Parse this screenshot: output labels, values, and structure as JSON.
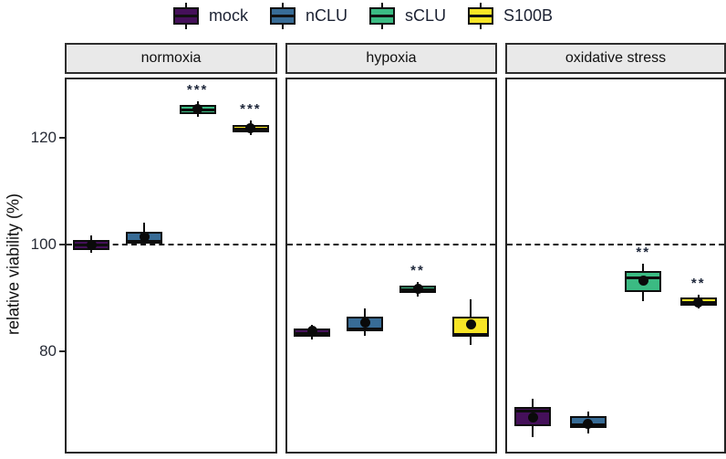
{
  "legend": {
    "items": [
      {
        "label": "mock",
        "color": "#45105a"
      },
      {
        "label": "nCLU",
        "color": "#386c96"
      },
      {
        "label": "sCLU",
        "color": "#3bbb83"
      },
      {
        "label": "S100B",
        "color": "#f7e426"
      }
    ]
  },
  "chart_data": {
    "type": "boxplot",
    "title": "",
    "ylabel": "relative viability (%)",
    "ylim": [
      60.9,
      131.3
    ],
    "yticks": [
      80,
      100,
      120
    ],
    "reference_line": 100,
    "grid": false,
    "legend_position": "top",
    "groups": [
      "mock",
      "nCLU",
      "sCLU",
      "S100B"
    ],
    "colors": {
      "mock": "#45105a",
      "nCLU": "#386c96",
      "sCLU": "#3bbb83",
      "S100B": "#f7e426"
    },
    "facets": [
      {
        "label": "normoxia",
        "boxes": [
          {
            "group": "mock",
            "color": "#45105a",
            "whisker_low": 98.5,
            "q1": 99.0,
            "median": 100.0,
            "q3": 100.9,
            "whisker_high": 101.7,
            "mean": 100.0,
            "significance": ""
          },
          {
            "group": "nCLU",
            "color": "#386c96",
            "whisker_low": 99.8,
            "q1": 100.2,
            "median": 100.7,
            "q3": 102.4,
            "whisker_high": 104.2,
            "mean": 101.5,
            "significance": ""
          },
          {
            "group": "sCLU",
            "color": "#3bbb83",
            "whisker_low": 123.9,
            "q1": 124.4,
            "median": 125.3,
            "q3": 126.1,
            "whisker_high": 126.9,
            "mean": 125.4,
            "significance": "***"
          },
          {
            "group": "S100B",
            "color": "#f7e426",
            "whisker_low": 120.6,
            "q1": 121.1,
            "median": 121.8,
            "q3": 122.5,
            "whisker_high": 123.3,
            "mean": 121.8,
            "significance": "***"
          }
        ]
      },
      {
        "label": "hypoxia",
        "boxes": [
          {
            "group": "mock",
            "color": "#45105a",
            "whisker_low": 82.3,
            "q1": 82.8,
            "median": 83.5,
            "q3": 84.3,
            "whisker_high": 85.0,
            "mean": 83.9,
            "significance": ""
          },
          {
            "group": "nCLU",
            "color": "#386c96",
            "whisker_low": 83.0,
            "q1": 83.8,
            "median": 84.3,
            "q3": 86.5,
            "whisker_high": 88.0,
            "mean": 85.4,
            "significance": ""
          },
          {
            "group": "sCLU",
            "color": "#3bbb83",
            "whisker_low": 90.3,
            "q1": 90.9,
            "median": 91.6,
            "q3": 92.4,
            "whisker_high": 93.0,
            "mean": 91.7,
            "significance": "**"
          },
          {
            "group": "S100B",
            "color": "#f7e426",
            "whisker_low": 81.3,
            "q1": 82.7,
            "median": 83.2,
            "q3": 86.6,
            "whisker_high": 89.8,
            "mean": 85.1,
            "significance": ""
          }
        ]
      },
      {
        "label": "oxidative stress",
        "boxes": [
          {
            "group": "mock",
            "color": "#45105a",
            "whisker_low": 63.9,
            "q1": 66.0,
            "median": 69.0,
            "q3": 69.6,
            "whisker_high": 71.1,
            "mean": 67.6,
            "significance": ""
          },
          {
            "group": "nCLU",
            "color": "#386c96",
            "whisker_low": 64.6,
            "q1": 65.6,
            "median": 66.3,
            "q3": 67.9,
            "whisker_high": 68.8,
            "mean": 66.4,
            "significance": ""
          },
          {
            "group": "sCLU",
            "color": "#3bbb83",
            "whisker_low": 89.5,
            "q1": 91.2,
            "median": 93.8,
            "q3": 95.1,
            "whisker_high": 96.4,
            "mean": 93.2,
            "significance": "**"
          },
          {
            "group": "S100B",
            "color": "#f7e426",
            "whisker_low": 88.1,
            "q1": 88.5,
            "median": 89.2,
            "q3": 90.1,
            "whisker_high": 90.6,
            "mean": 89.2,
            "significance": "**"
          }
        ]
      }
    ]
  }
}
